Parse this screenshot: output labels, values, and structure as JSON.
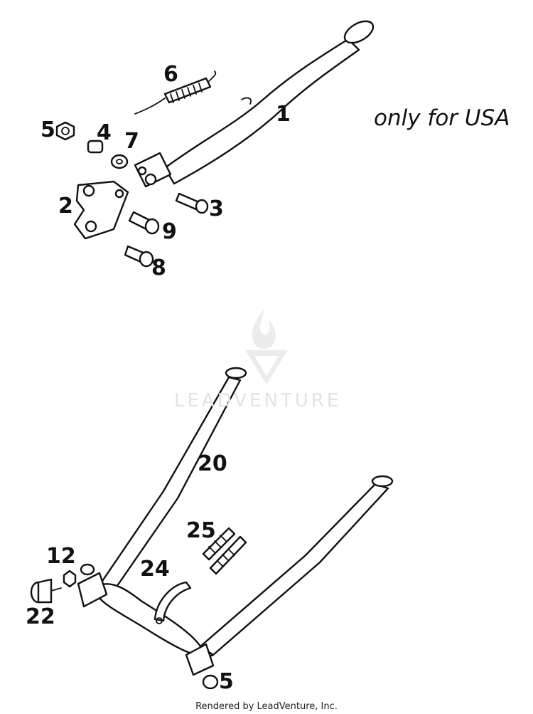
{
  "note": "only for USA",
  "watermark": "LEADVENTURE",
  "footer": "Rendered by LeadVenture, Inc.",
  "callouts": [
    {
      "id": "1",
      "label": "1"
    },
    {
      "id": "2",
      "label": "2"
    },
    {
      "id": "3",
      "label": "3"
    },
    {
      "id": "4",
      "label": "4"
    },
    {
      "id": "5a",
      "label": "5"
    },
    {
      "id": "6",
      "label": "6"
    },
    {
      "id": "7",
      "label": "7"
    },
    {
      "id": "8",
      "label": "8"
    },
    {
      "id": "9",
      "label": "9"
    },
    {
      "id": "20",
      "label": "20"
    },
    {
      "id": "25",
      "label": "25"
    },
    {
      "id": "12",
      "label": "12"
    },
    {
      "id": "24",
      "label": "24"
    },
    {
      "id": "22",
      "label": "22"
    },
    {
      "id": "5b",
      "label": "5"
    }
  ],
  "colors": {
    "ink": "#111111",
    "watermark": "#e3e3e3"
  }
}
